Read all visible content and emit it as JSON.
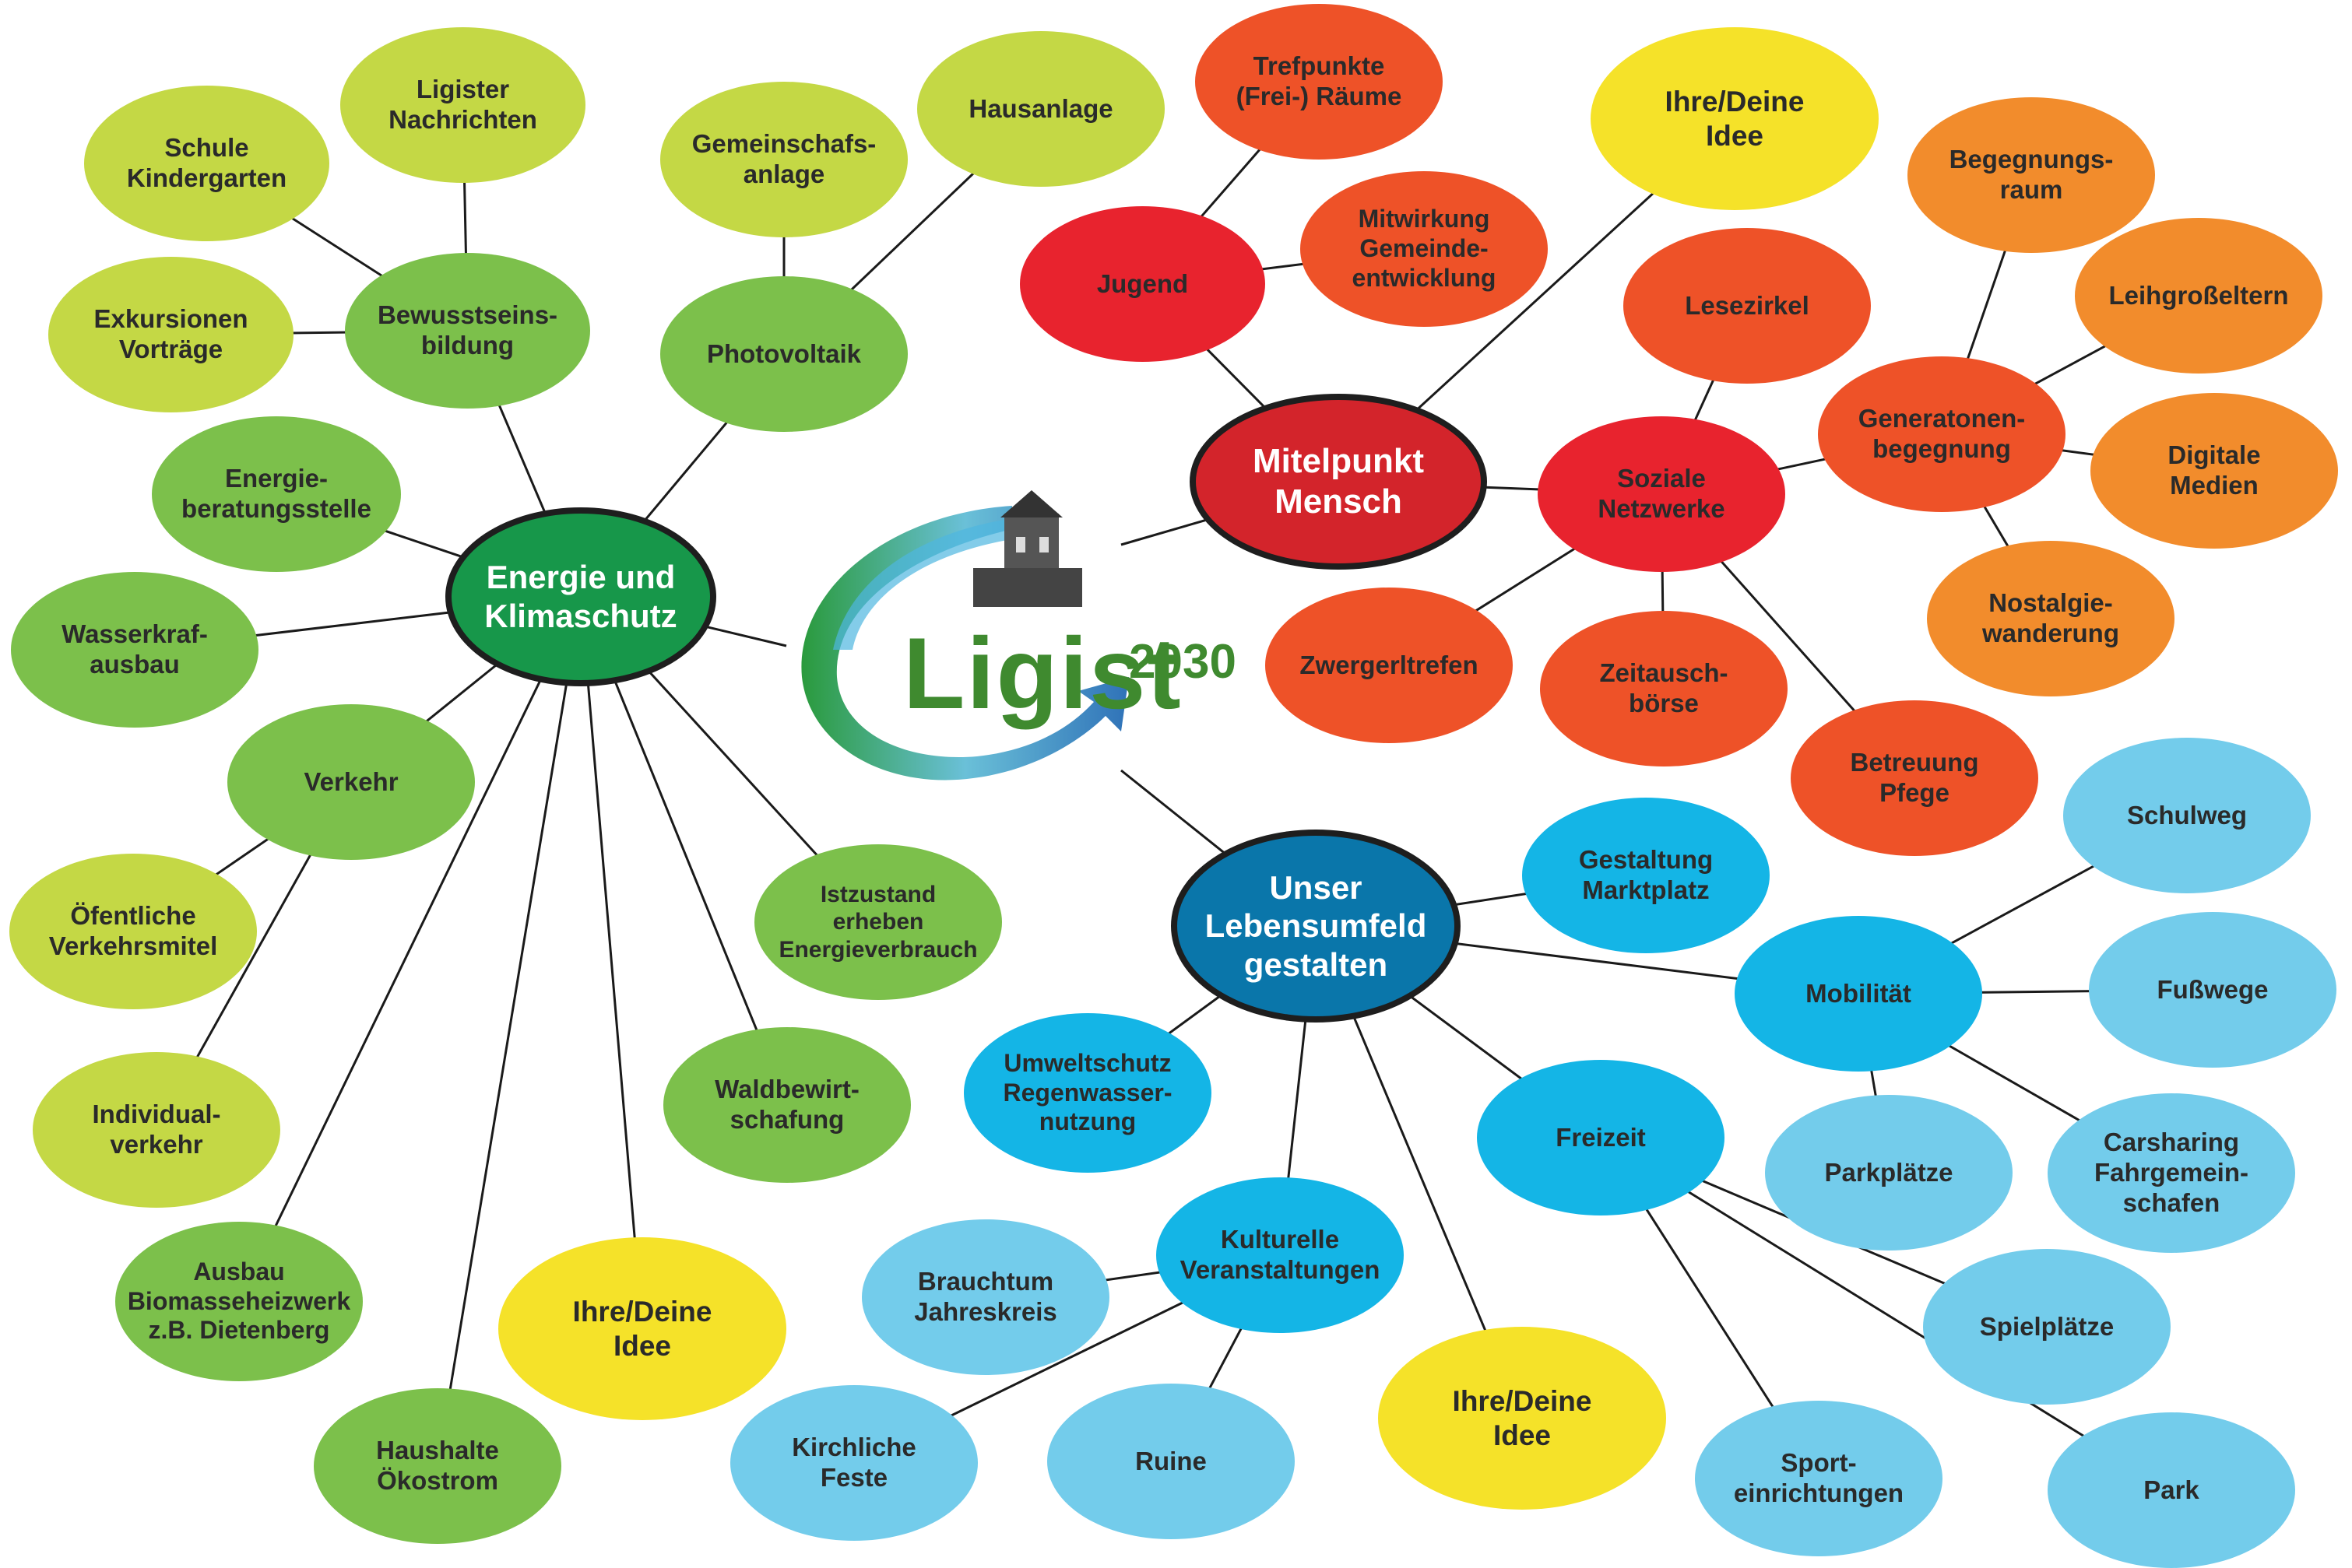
{
  "logo": {
    "name": "Ligist",
    "year": "2030"
  },
  "colors": {
    "green_hub": "#17974a",
    "green_mid": "#7cc04b",
    "green_light": "#c4d845",
    "red_hub": "#d3242b",
    "red": "#e8232e",
    "orange_red": "#ee5228",
    "orange": "#f28c2c",
    "yellow": "#f5e229",
    "blue_hub": "#0a76aa",
    "blue": "#14b5e6",
    "blue_light": "#73cceb"
  },
  "hubs": {
    "energie": "Energie und\nKlimaschutz",
    "mensch": "Mitelpunkt\nMensch",
    "lebensumfeld": "Unser\nLebensumfeld\ngestalten"
  },
  "nodes": {
    "bewusstsein": "Bewusstseins-\nbildung",
    "ligister_nachrichten": "Ligister\nNachrichten",
    "schule": "Schule\nKindergarten",
    "exkursionen": "Exkursionen\nVorträge",
    "photovoltaik": "Photovoltaik",
    "gemeinschaft": "Gemeinschafs-\nanlage",
    "hausanlage": "Hausanlage",
    "energieberatung": "Energie-\nberatungsstelle",
    "wasserkraft": "Wasserkraf-\nausbau",
    "verkehr": "Verkehr",
    "oefentliche": "Öfentliche\nVerkehrsmitel",
    "individual": "Individual-\nverkehr",
    "biomasse": "Ausbau\nBiomasseheizwerk\nz.B. Dietenberg",
    "haushalte": "Haushalte\nÖkostrom",
    "idee_green": "Ihre/Deine\nIdee",
    "waldbewirt": "Waldbewirt-\nschafung",
    "istzustand": "Istzustand\nerheben\nEnergieverbrauch",
    "jugend": "Jugend",
    "trefpunkte": "Trefpunkte\n(Frei-) Räume",
    "mitwirkung": "Mitwirkung\nGemeinde-\nentwicklung",
    "idee_top": "Ihre/Deine\nIdee",
    "soziale": "Soziale\nNetzwerke",
    "lesezirkel": "Lesezirkel",
    "generationen": "Generatonen-\nbegegnung",
    "begegnung": "Begegnungs-\nraum",
    "leihgross": "Leihgroßeltern",
    "digitale": "Digitale\nMedien",
    "nostalgie": "Nostalgie-\nwanderung",
    "zwerger": "Zwergerltrefen",
    "zeittausch": "Zeitausch-\nbörse",
    "betreuung": "Betreuung\nPfege",
    "gestaltung": "Gestaltung\nMarktplatz",
    "mobilitaet": "Mobilität",
    "schulweg": "Schulweg",
    "fusswege": "Fußwege",
    "parkplaetze": "Parkplätze",
    "carsharing": "Carsharing\nFahrgemein-\nschafen",
    "umweltschutz": "Umweltschutz\nRegenwasser-\nnutzung",
    "kulturelle": "Kulturelle\nVeranstaltungen",
    "brauchtum": "Brauchtum\nJahreskreis",
    "kirchliche": "Kirchliche\nFeste",
    "ruine": "Ruine",
    "idee_blue": "Ihre/Deine\nIdee",
    "freizeit": "Freizeit",
    "spielplaetze": "Spielplätze",
    "sport": "Sport-\neinrichtungen",
    "park": "Park"
  }
}
